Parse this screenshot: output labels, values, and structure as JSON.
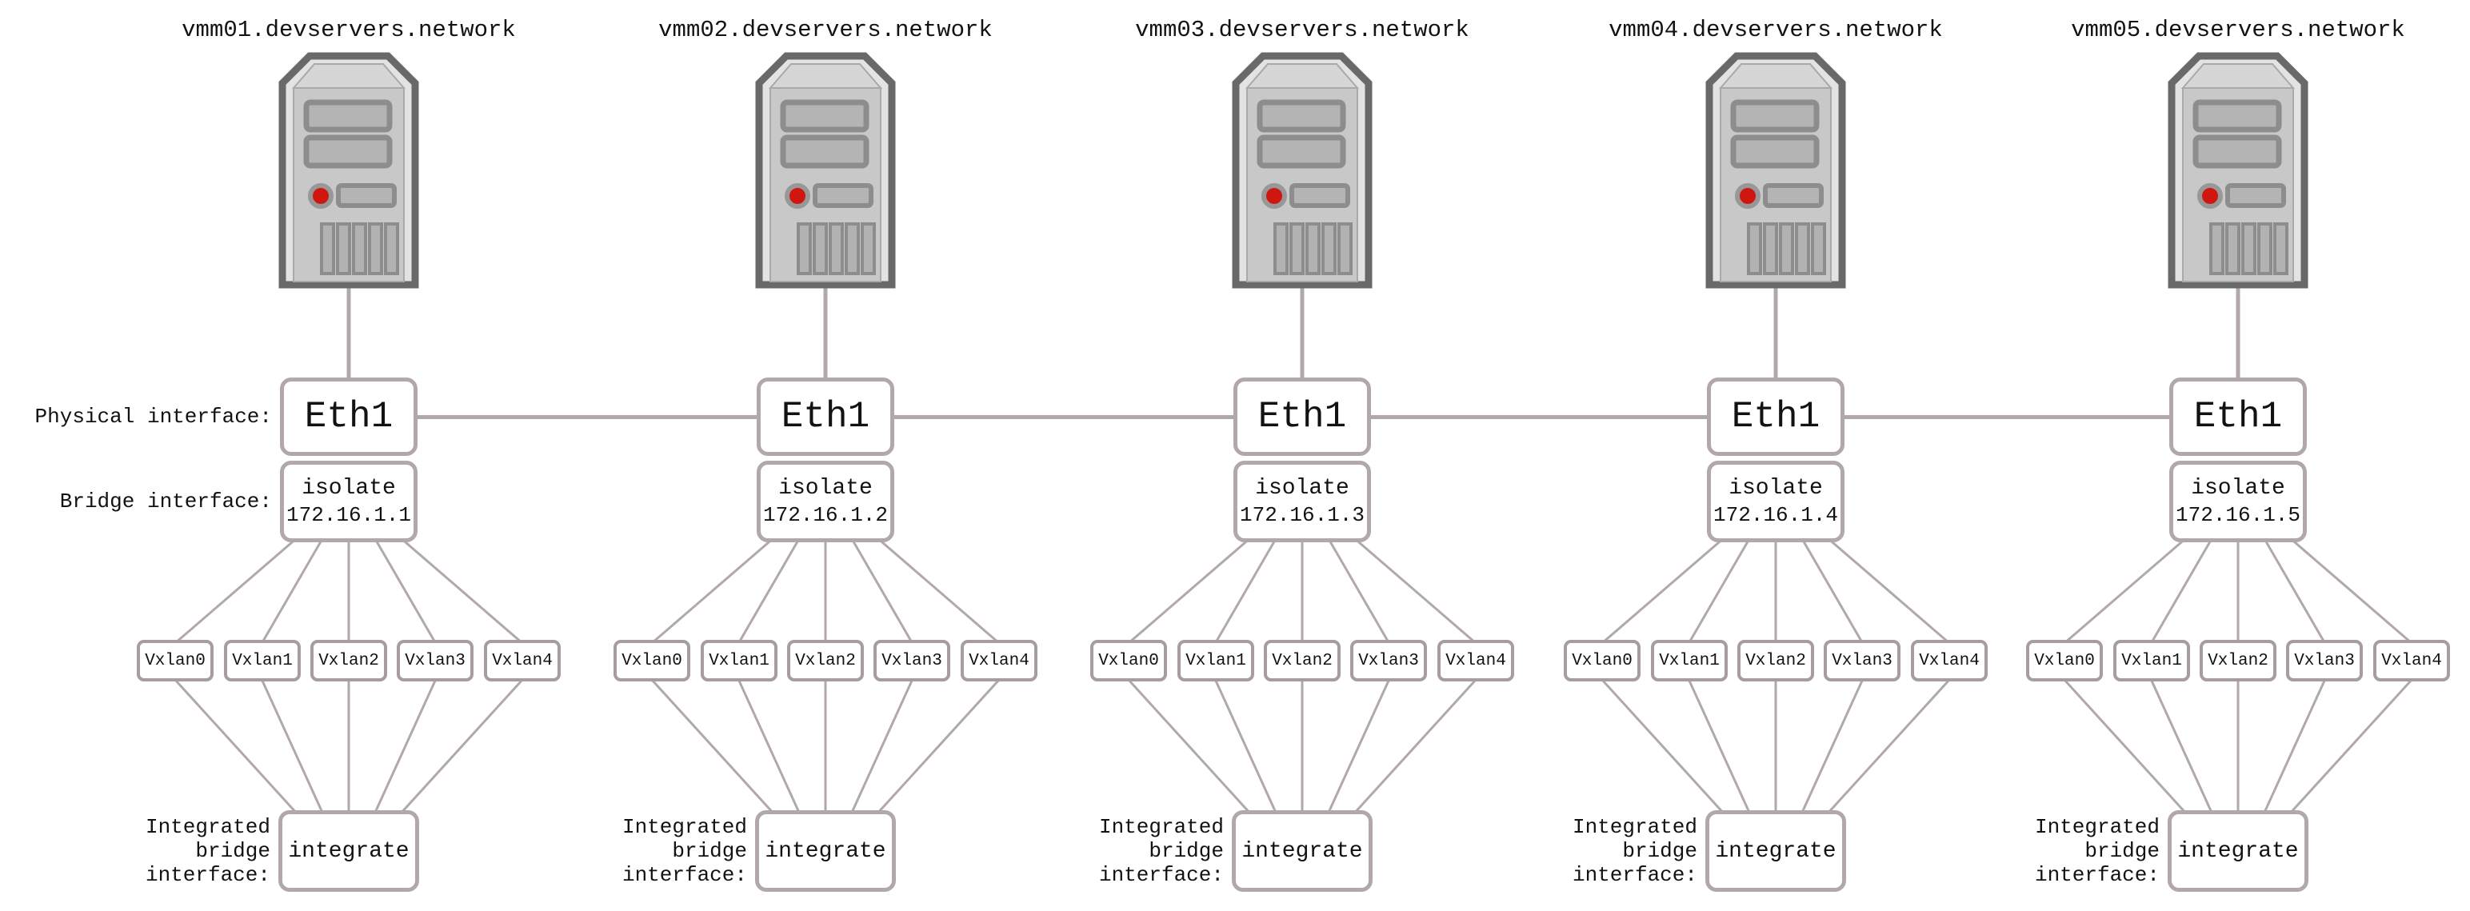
{
  "labels": {
    "physical_interface": "Physical interface:",
    "bridge_interface": "Bridge interface:",
    "integrated_bridge_interface": "Integrated bridge interface:"
  },
  "colors": {
    "connector_line": "#b1a7ad",
    "node_border": "#b1a7ad",
    "vxlan_border": "#a69ca2",
    "server_body": "#c8c8c8",
    "server_outline": "#696969",
    "power_led_red": "#cf1710",
    "text": "#121212"
  },
  "servers": [
    {
      "hostname": "vmm01.devservers.network",
      "physical_interface": "Eth1",
      "bridge_name": "isolate",
      "bridge_ip": "172.16.1.1",
      "vxlans": [
        "Vxlan0",
        "Vxlan1",
        "Vxlan2",
        "Vxlan3",
        "Vxlan4"
      ],
      "integrated_bridge": "integrate"
    },
    {
      "hostname": "vmm02.devservers.network",
      "physical_interface": "Eth1",
      "bridge_name": "isolate",
      "bridge_ip": "172.16.1.2",
      "vxlans": [
        "Vxlan0",
        "Vxlan1",
        "Vxlan2",
        "Vxlan3",
        "Vxlan4"
      ],
      "integrated_bridge": "integrate"
    },
    {
      "hostname": "vmm03.devservers.network",
      "physical_interface": "Eth1",
      "bridge_name": "isolate",
      "bridge_ip": "172.16.1.3",
      "vxlans": [
        "Vxlan0",
        "Vxlan1",
        "Vxlan2",
        "Vxlan3",
        "Vxlan4"
      ],
      "integrated_bridge": "integrate"
    },
    {
      "hostname": "vmm04.devservers.network",
      "physical_interface": "Eth1",
      "bridge_name": "isolate",
      "bridge_ip": "172.16.1.4",
      "vxlans": [
        "Vxlan0",
        "Vxlan1",
        "Vxlan2",
        "Vxlan3",
        "Vxlan4"
      ],
      "integrated_bridge": "integrate"
    },
    {
      "hostname": "vmm05.devservers.network",
      "physical_interface": "Eth1",
      "bridge_name": "isolate",
      "bridge_ip": "172.16.1.5",
      "vxlans": [
        "Vxlan0",
        "Vxlan1",
        "Vxlan2",
        "Vxlan3",
        "Vxlan4"
      ],
      "integrated_bridge": "integrate"
    }
  ]
}
